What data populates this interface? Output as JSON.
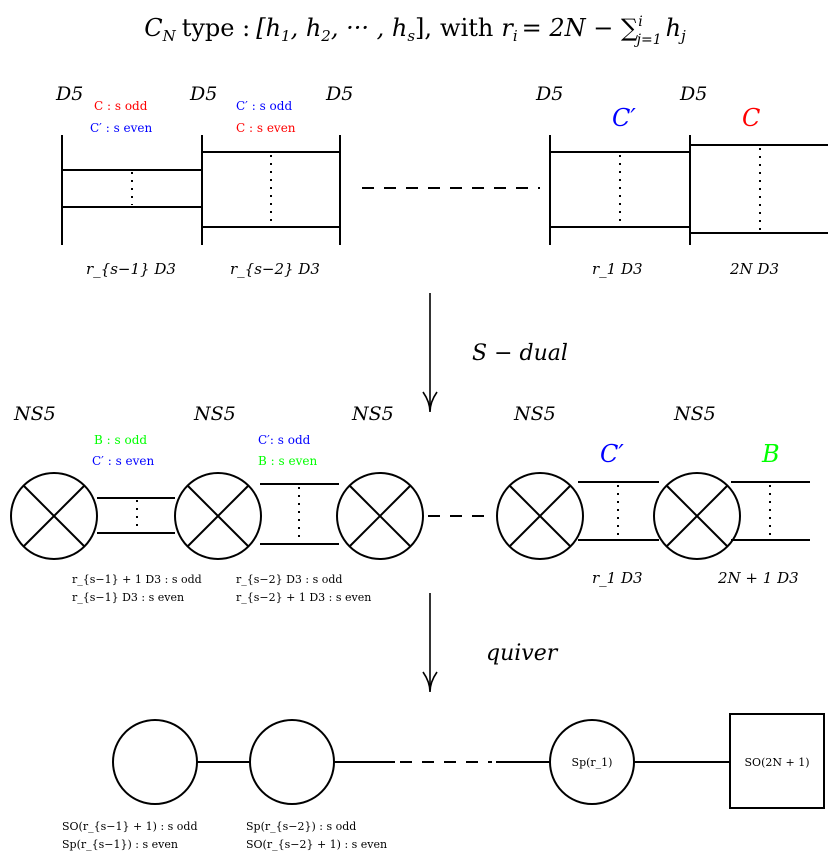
{
  "title": {
    "lead": "C",
    "lead_sub": "N",
    "type_word": "type :",
    "tuple": "[h",
    "tuple_rest": ", h",
    "tuple_tail": ", ··· , h",
    "tuple_end": "],",
    "with_word": "with",
    "formula": "r",
    "formula_sub": "i",
    "formula_eq": "= 2N − ",
    "sum_symbol": "∑",
    "sum_sup": "i",
    "sum_sub": "j=1",
    "sum_term": "h",
    "sum_term_sub": "j"
  },
  "colors": {
    "red": "#ff0000",
    "blue": "#0000ff",
    "green": "#00ff00",
    "black": "#000000"
  },
  "stage1": {
    "branes": [
      "D5",
      "D5",
      "D5",
      "D5",
      "D5"
    ],
    "seg1_notes": [
      {
        "text": "C :  s odd",
        "color": "red"
      },
      {
        "text": "C′ :  s even",
        "color": "blue"
      }
    ],
    "seg2_notes": [
      {
        "text": "C′ :  s odd",
        "color": "blue"
      },
      {
        "text": "C :  s even",
        "color": "red"
      }
    ],
    "seg4_label": "C′",
    "seg5_label": "C",
    "bottom_labels": [
      "r_{s−1} D3",
      "r_{s−2} D3",
      "r_1 D3",
      "2N D3"
    ]
  },
  "arrow1": {
    "label": "S − dual"
  },
  "stage2": {
    "branes": [
      "NS5",
      "NS5",
      "NS5",
      "NS5",
      "NS5"
    ],
    "seg1_notes": [
      {
        "text": "B :  s odd",
        "color": "green"
      },
      {
        "text": "C′ :  s even",
        "color": "blue"
      }
    ],
    "seg2_notes": [
      {
        "text": "C′:  s odd",
        "color": "blue"
      },
      {
        "text": "B :  s even",
        "color": "green"
      }
    ],
    "seg4_label": "C′",
    "seg5_label": "B",
    "bottom_left": [
      "r_{s−1} + 1 D3 :  s odd",
      "r_{s−1} D3 :  s even"
    ],
    "bottom_mid": [
      "r_{s−2} D3 :  s odd",
      "r_{s−2} + 1 D3 :  s even"
    ],
    "bottom_r1": "r_1 D3",
    "bottom_right": "2N + 1 D3"
  },
  "arrow2": {
    "label": "quiver"
  },
  "stage3": {
    "node1_labels": [
      "SO(r_{s−1} + 1) :  s odd",
      "Sp(r_{s−1}) :  s even"
    ],
    "node2_labels": [
      "Sp(r_{s−2}) :  s odd",
      "SO(r_{s−2} + 1) :  s even"
    ],
    "node3_label": "Sp(r_1)",
    "flavor_label": "SO(2N + 1)"
  }
}
